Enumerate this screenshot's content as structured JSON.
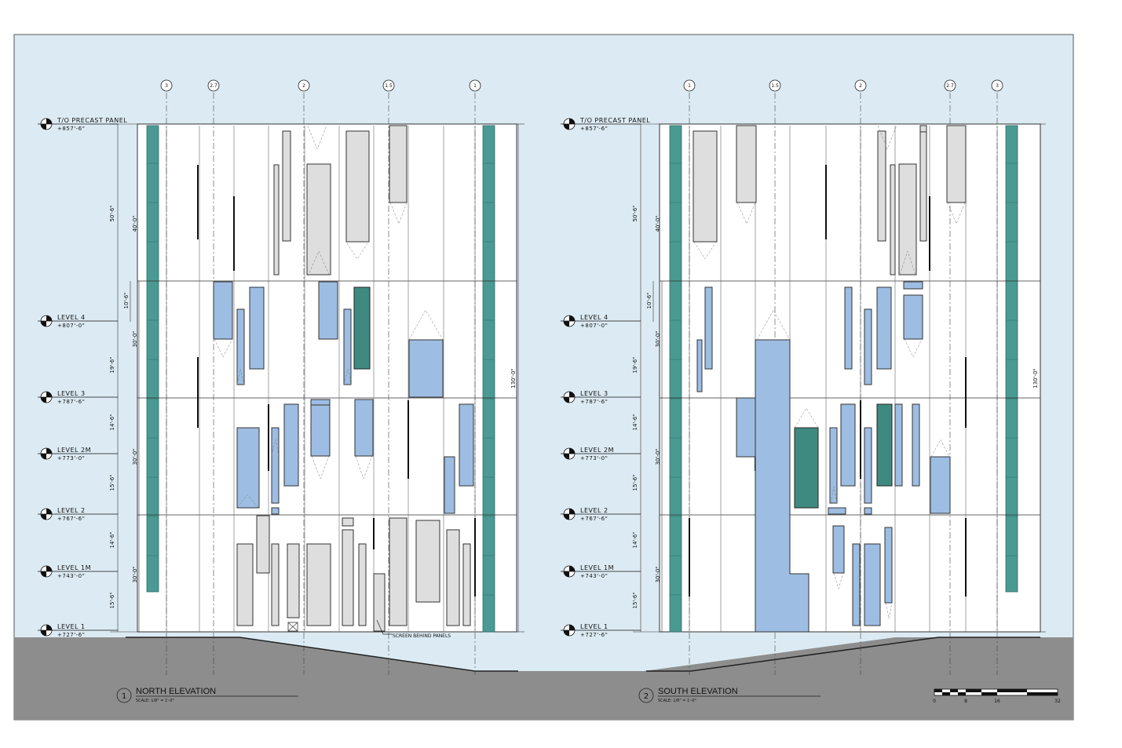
{
  "left": {
    "grid_labels": [
      "3",
      "2.7",
      "2",
      "1.5",
      "1"
    ],
    "levels": [
      {
        "name": "T/O PRECAST PANEL",
        "elev": "+857'-6\""
      },
      {
        "name": "LEVEL 4",
        "elev": "+807'-0\""
      },
      {
        "name": "LEVEL 3",
        "elev": "+787'-6\""
      },
      {
        "name": "LEVEL 2M",
        "elev": "+773'-0\""
      },
      {
        "name": "LEVEL 2",
        "elev": "+767'-6\""
      },
      {
        "name": "LEVEL 1M",
        "elev": "+743'-0\""
      },
      {
        "name": "LEVEL 1",
        "elev": "+727'-6\""
      }
    ],
    "dims_outer": [
      "50'-6\"",
      "10'-6\"",
      "19'-6\"",
      "14'-6\"",
      "15'-6\"",
      "14'-6\"",
      "15'-6\""
    ],
    "dims_inner": [
      "40'-0\"",
      "30'-0\"",
      "30'-0\"",
      "30'-0\""
    ],
    "overall_dim": "130'-0\"",
    "note": "SCREEN BEHIND PANELS",
    "view_number": "1",
    "view_title": "NORTH ELEVATION",
    "scale": "SCALE: 1/8\" = 1'-0\""
  },
  "right": {
    "grid_labels": [
      "1",
      "1.5",
      "2",
      "2.7",
      "3"
    ],
    "levels": [
      {
        "name": "T/O PRECAST PANEL",
        "elev": "+857'-6\""
      },
      {
        "name": "LEVEL 4",
        "elev": "+807'-0\""
      },
      {
        "name": "LEVEL 3",
        "elev": "+787'-6\""
      },
      {
        "name": "LEVEL 2M",
        "elev": "+773'-0\""
      },
      {
        "name": "LEVEL 2",
        "elev": "+767'-6\""
      },
      {
        "name": "LEVEL 1M",
        "elev": "+743'-0\""
      },
      {
        "name": "LEVEL 1",
        "elev": "+727'-6\""
      }
    ],
    "dims_outer": [
      "50'-6\"",
      "10'-6\"",
      "19'-6\"",
      "14'-6\"",
      "15'-6\"",
      "14'-6\"",
      "15'-6\""
    ],
    "dims_inner": [
      "40'-0\"",
      "30'-0\"",
      "30'-0\"",
      "30'-0\""
    ],
    "overall_dim": "130'-0\"",
    "view_number": "2",
    "view_title": "SOUTH ELEVATION",
    "scale": "SCALE: 1/8\" = 1'-0\""
  },
  "scale_bar": {
    "ticks": [
      "0",
      "8",
      "16",
      "32"
    ]
  },
  "colors": {
    "sky": "#dcebf3",
    "ground": "#8d8d8d",
    "glass_blue": "#9dbde3",
    "glass_green": "#3f8a80",
    "panel_gray": "#dedede",
    "green_strip": "#4a9a93"
  }
}
